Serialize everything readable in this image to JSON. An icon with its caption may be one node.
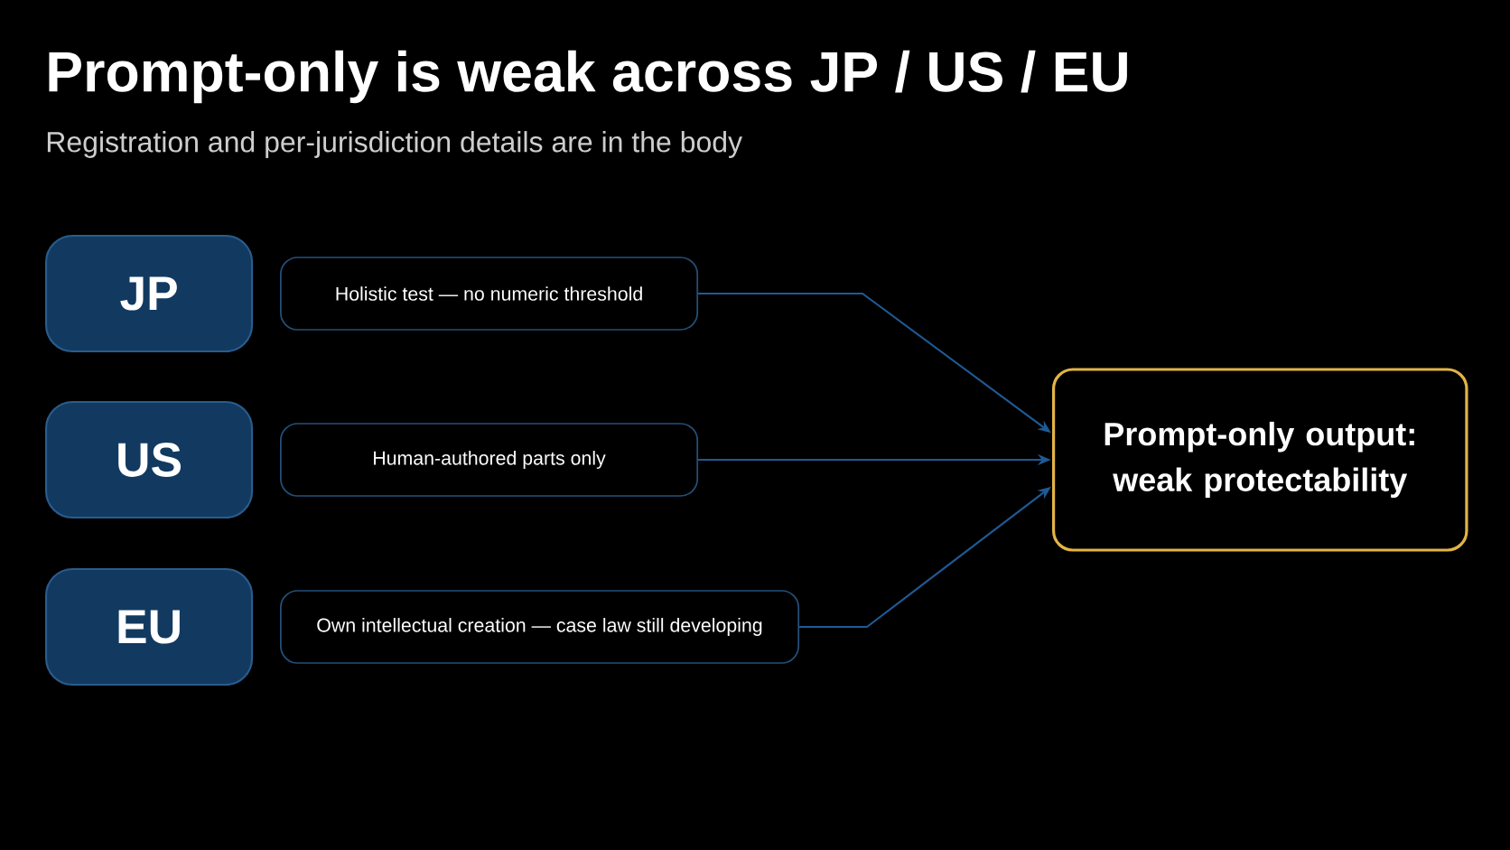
{
  "diagram": {
    "title": "Prompt-only is weak across JP / US / EU",
    "caption": "Registration and per-jurisdiction details are in the body",
    "nodes": [
      {
        "text": [
          "JP"
        ]
      },
      {
        "text": [
          "US"
        ]
      },
      {
        "text": [
          "EU"
        ]
      },
      {
        "text": [
          "Holistic test — no numeric threshold"
        ]
      },
      {
        "text": [
          "Human-authored parts only"
        ]
      },
      {
        "text": [
          "Own intellectual creation — case law still developing"
        ]
      },
      {
        "text": [
          "Prompt-only output: weak protectability"
        ]
      }
    ],
    "edges": [
      {
        "from": 3,
        "to": 6,
        "arrow": "to"
      },
      {
        "from": 4,
        "to": 6,
        "arrow": "to"
      },
      {
        "from": 5,
        "to": 6,
        "arrow": "to"
      }
    ]
  }
}
